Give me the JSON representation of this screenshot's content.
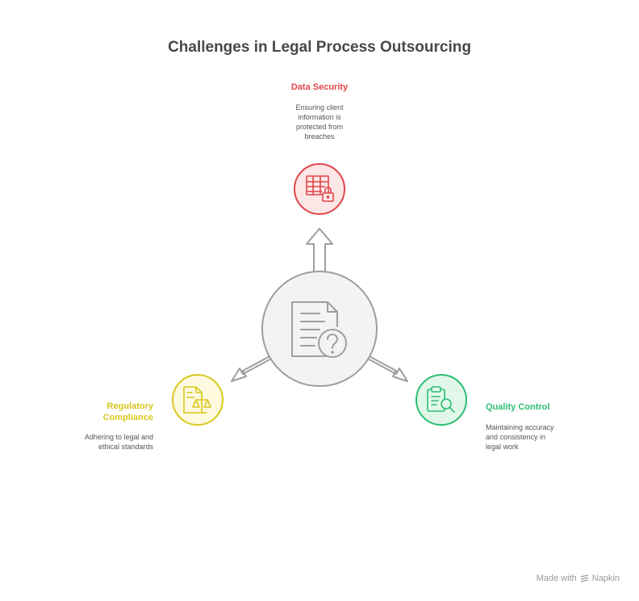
{
  "title": "Challenges in Legal Process Outsourcing",
  "colors": {
    "security": "#e0464a",
    "compliance": "#d8c81c",
    "quality": "#2dbd73",
    "hub": "#9e9e9e"
  },
  "nodes": {
    "security": {
      "title": "Data Security",
      "desc": [
        "Ensuring client",
        "information is",
        "protected from",
        "breaches"
      ],
      "icon": "locked-table-icon"
    },
    "compliance": {
      "title": [
        "Regulatory",
        "Compliance"
      ],
      "desc": [
        "Adhering to legal and",
        "ethical standards"
      ],
      "icon": "document-scales-icon"
    },
    "quality": {
      "title": "Quality Control",
      "desc": [
        "Maintaining accuracy",
        "and consistency in",
        "legal work"
      ],
      "icon": "clipboard-search-icon"
    }
  },
  "hub": {
    "icon": "document-question-icon"
  },
  "watermark": {
    "prefix": "Made with",
    "brand": "Napkin"
  }
}
